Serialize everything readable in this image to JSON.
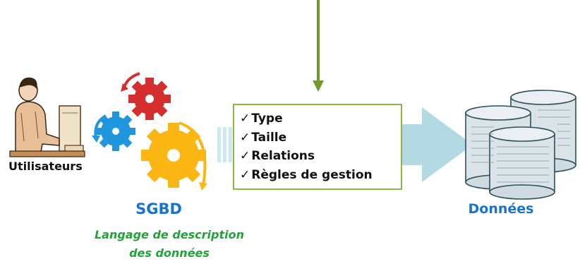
{
  "labels": {
    "users": "Utilisateurs",
    "dbms": "SGBD",
    "language_line1": "Langage de description",
    "language_line2": "des données",
    "data": "Données"
  },
  "checklist": {
    "check_glyph": "✓",
    "items": [
      "Type",
      "Taille",
      "Relations",
      "Règles de gestion"
    ]
  },
  "icons": {
    "user": "person-at-computer-icon",
    "gears": "gears-icon",
    "database": "database-cylinders-icon"
  },
  "colors": {
    "arrow_green": "#6e9a2e",
    "box_border": "#8cb543",
    "big_arrow": "#b3dae2",
    "gear_red": "#d42e2e",
    "gear_blue": "#1f96de",
    "gear_yellow": "#fbb614",
    "title_blue": "#1a73c9",
    "subtitle_green": "#22a33a"
  }
}
